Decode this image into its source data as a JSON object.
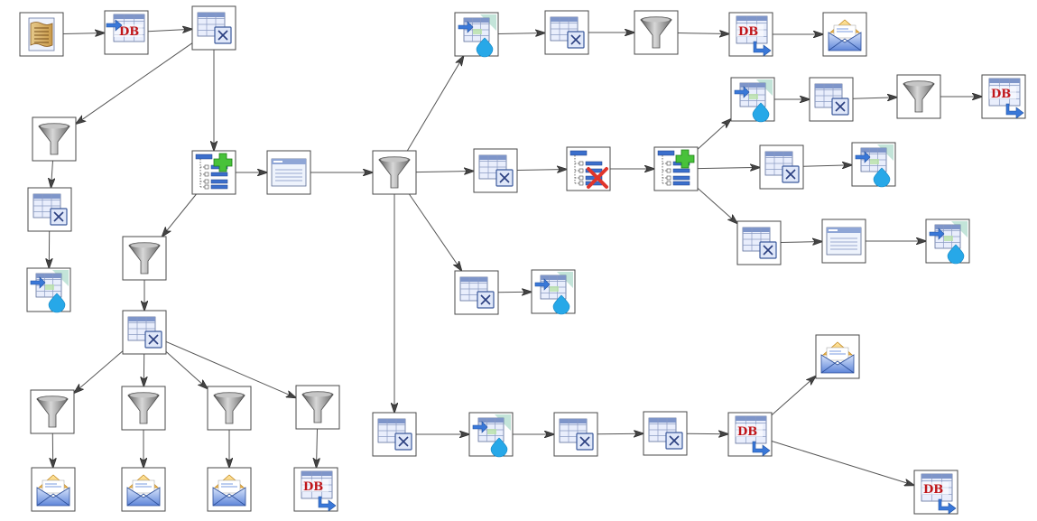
{
  "diagram": {
    "nodes": [
      {
        "id": "n1",
        "type": "script-file"
      },
      {
        "id": "n2",
        "type": "db-input"
      },
      {
        "id": "n3",
        "type": "table-transform"
      },
      {
        "id": "n4",
        "type": "filter"
      },
      {
        "id": "n5",
        "type": "table-transform"
      },
      {
        "id": "n6",
        "type": "table-output"
      },
      {
        "id": "n7",
        "type": "tree-add"
      },
      {
        "id": "n8",
        "type": "window-form"
      },
      {
        "id": "n9",
        "type": "filter"
      },
      {
        "id": "n10",
        "type": "table-transform"
      },
      {
        "id": "n11",
        "type": "filter"
      },
      {
        "id": "n12",
        "type": "filter"
      },
      {
        "id": "n13",
        "type": "filter"
      },
      {
        "id": "n14",
        "type": "filter"
      },
      {
        "id": "n15",
        "type": "mail"
      },
      {
        "id": "n16",
        "type": "mail"
      },
      {
        "id": "n17",
        "type": "mail"
      },
      {
        "id": "n18",
        "type": "db-output"
      },
      {
        "id": "n19",
        "type": "table-output"
      },
      {
        "id": "n20",
        "type": "table-transform"
      },
      {
        "id": "n21",
        "type": "filter"
      },
      {
        "id": "n22",
        "type": "db-output"
      },
      {
        "id": "n23",
        "type": "mail"
      },
      {
        "id": "n24",
        "type": "table-transform"
      },
      {
        "id": "n25",
        "type": "tree-remove"
      },
      {
        "id": "n26",
        "type": "tree-add"
      },
      {
        "id": "n27",
        "type": "table-output"
      },
      {
        "id": "n28",
        "type": "table-transform"
      },
      {
        "id": "n29",
        "type": "filter"
      },
      {
        "id": "n30",
        "type": "db-output"
      },
      {
        "id": "n31",
        "type": "table-transform"
      },
      {
        "id": "n32",
        "type": "table-output"
      },
      {
        "id": "n33",
        "type": "table-transform"
      },
      {
        "id": "n34",
        "type": "window-form"
      },
      {
        "id": "n35",
        "type": "table-output"
      },
      {
        "id": "n36",
        "type": "table-transform"
      },
      {
        "id": "n37",
        "type": "table-output"
      },
      {
        "id": "n38",
        "type": "table-transform"
      },
      {
        "id": "n39",
        "type": "table-output"
      },
      {
        "id": "n40",
        "type": "table-transform"
      },
      {
        "id": "n41",
        "type": "filter"
      },
      {
        "id": "n42",
        "type": "db-output"
      },
      {
        "id": "n43",
        "type": "mail"
      },
      {
        "id": "n44",
        "type": "table-transform"
      },
      {
        "id": "n45",
        "type": "db-output"
      }
    ],
    "edges": [
      [
        "n1",
        "n2"
      ],
      [
        "n2",
        "n3"
      ],
      [
        "n3",
        "n4"
      ],
      [
        "n3",
        "n7"
      ],
      [
        "n4",
        "n5"
      ],
      [
        "n5",
        "n6"
      ],
      [
        "n7",
        "n8"
      ],
      [
        "n7",
        "n9"
      ],
      [
        "n9",
        "n10"
      ],
      [
        "n10",
        "n11"
      ],
      [
        "n10",
        "n12"
      ],
      [
        "n10",
        "n13"
      ],
      [
        "n10",
        "n14"
      ],
      [
        "n11",
        "n15"
      ],
      [
        "n12",
        "n16"
      ],
      [
        "n13",
        "n17"
      ],
      [
        "n14",
        "n18"
      ],
      [
        "n8",
        "n21"
      ],
      [
        "n21",
        "n19"
      ],
      [
        "n19",
        "n20"
      ],
      [
        "n20",
        "n29"
      ],
      [
        "n29",
        "n22"
      ],
      [
        "n22",
        "n23"
      ],
      [
        "n21",
        "n24"
      ],
      [
        "n24",
        "n25"
      ],
      [
        "n25",
        "n26"
      ],
      [
        "n26",
        "n27"
      ],
      [
        "n27",
        "n28"
      ],
      [
        "n28",
        "n41"
      ],
      [
        "n41",
        "n30"
      ],
      [
        "n26",
        "n31"
      ],
      [
        "n31",
        "n32"
      ],
      [
        "n26",
        "n33"
      ],
      [
        "n33",
        "n34"
      ],
      [
        "n34",
        "n35"
      ],
      [
        "n21",
        "n36"
      ],
      [
        "n36",
        "n37"
      ],
      [
        "n21",
        "n38"
      ],
      [
        "n38",
        "n39"
      ],
      [
        "n39",
        "n40"
      ],
      [
        "n40",
        "n44"
      ],
      [
        "n44",
        "n42"
      ],
      [
        "n42",
        "n43"
      ],
      [
        "n42",
        "n45"
      ]
    ]
  }
}
